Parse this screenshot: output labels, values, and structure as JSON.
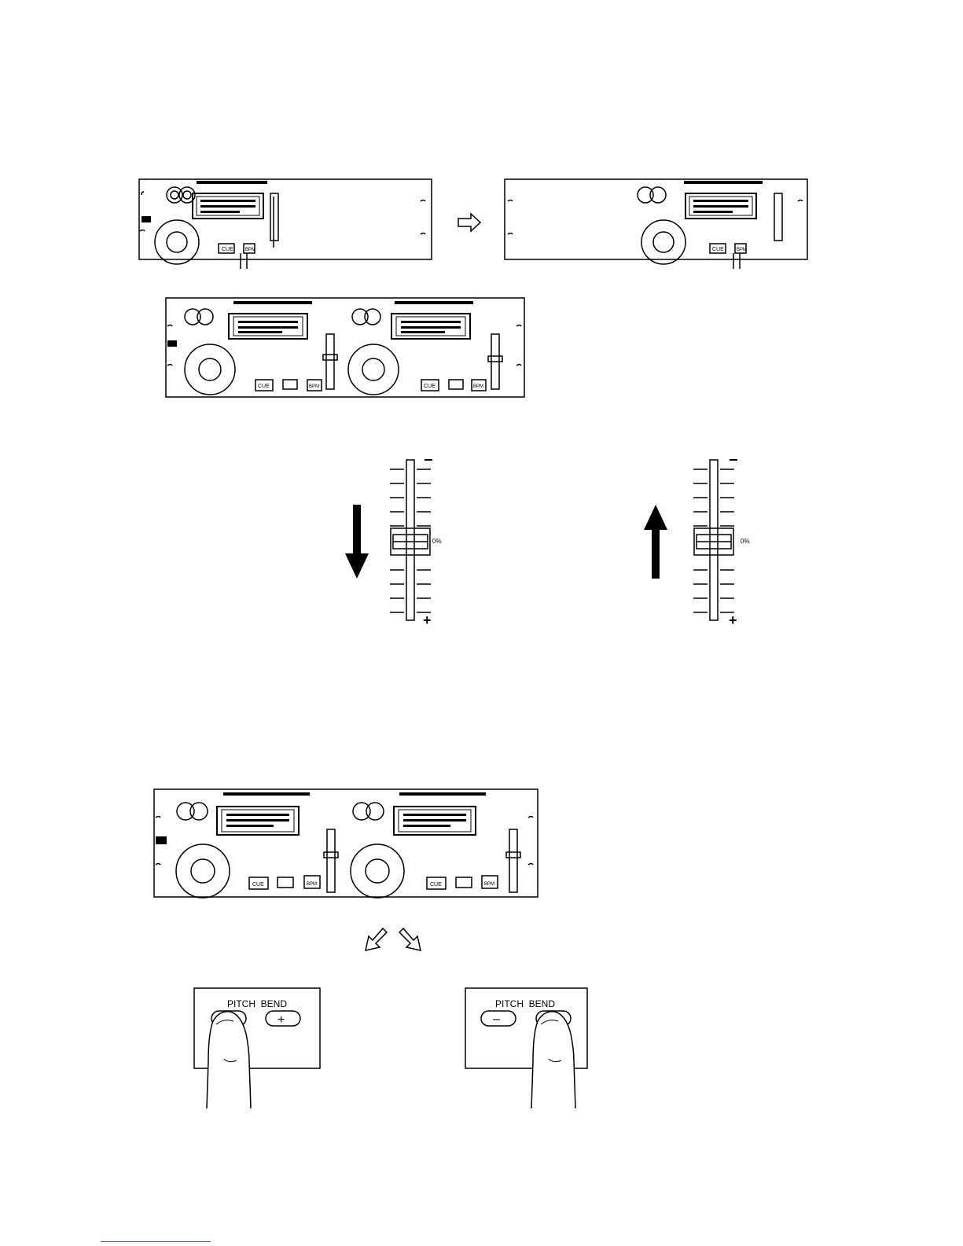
{
  "fig1": {
    "left_unit_labels": [
      "CUE",
      "BPM"
    ],
    "right_unit_labels": [
      "CUE",
      "BPM"
    ]
  },
  "fig2": {
    "labels": [
      "CUE",
      "CUE",
      "BPM",
      "BPM"
    ]
  },
  "fig3": {
    "left_slider": {
      "center_label": "0%",
      "plus_label": "+"
    },
    "right_slider": {
      "center_label": "0%",
      "plus_label": "+"
    }
  },
  "fig4": {
    "labels": [
      "CUE",
      "CUE",
      "BPM",
      "BPM"
    ]
  },
  "fig5": {
    "left_panel": {
      "label": "PITCH  BEND",
      "minus": "–",
      "plus": "+"
    },
    "right_panel": {
      "label": "PITCH  BEND",
      "minus": "–",
      "plus": "+"
    }
  },
  "colors": {
    "line": "#000000",
    "paper": "#ffffff",
    "rule": "#3b5bd6"
  }
}
